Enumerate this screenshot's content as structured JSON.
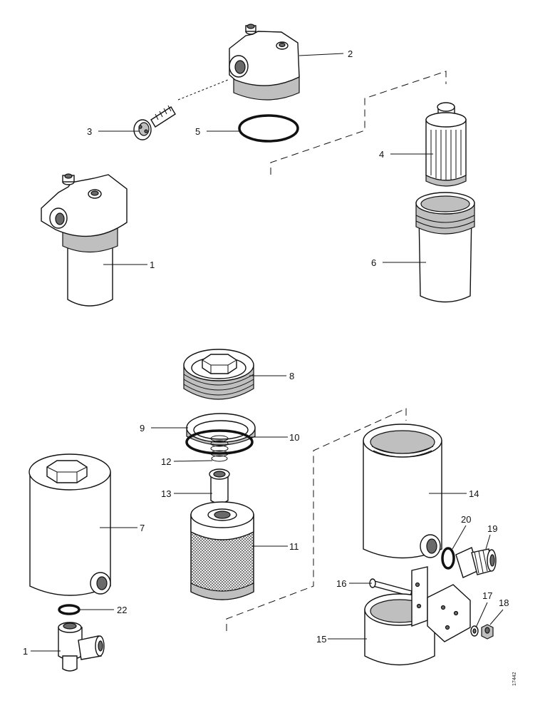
{
  "labels": {
    "l1a": "1",
    "l2": "2",
    "l3": "3",
    "l4": "4",
    "l5": "5",
    "l6": "6",
    "l7": "7",
    "l8": "8",
    "l9": "9",
    "l10": "10",
    "l11": "11",
    "l12": "12",
    "l13": "13",
    "l14": "14",
    "l15": "15",
    "l16": "16",
    "l17": "17",
    "l18": "18",
    "l19": "19",
    "l20": "20",
    "l22": "22",
    "l1b": "1"
  },
  "drawing_code": "17442"
}
